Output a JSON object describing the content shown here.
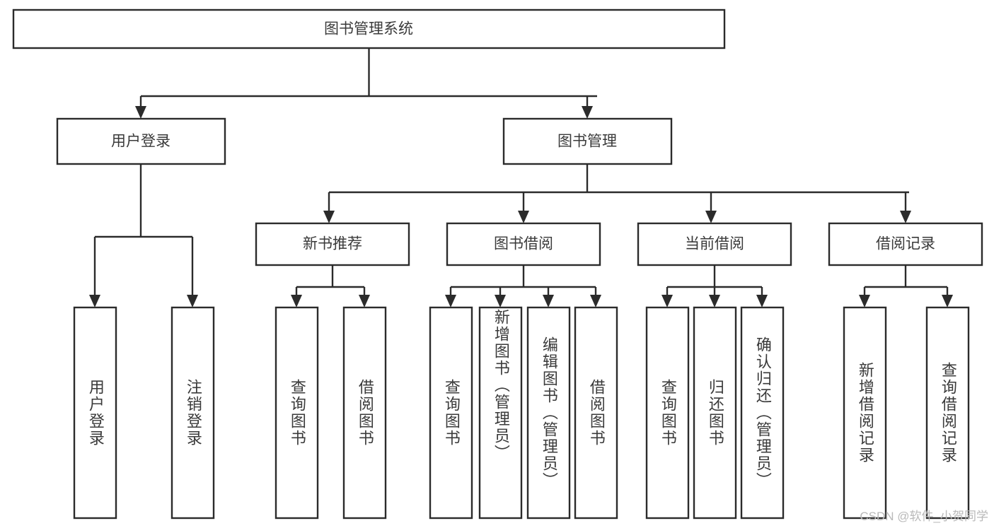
{
  "diagram": {
    "type": "tree",
    "title": "图书管理系统",
    "watermark": "CSDN @软件_小贺同学",
    "colors": {
      "stroke": "#2b2b2b",
      "box_fill": "#ffffff",
      "text": "#3a3a3a",
      "background": "#ffffff",
      "watermark": "#b9b9b9"
    },
    "root": {
      "label": "图书管理系统",
      "orientation": "horizontal"
    },
    "level2": [
      {
        "label": "用户登录",
        "orientation": "horizontal"
      },
      {
        "label": "图书管理",
        "orientation": "horizontal"
      }
    ],
    "level3": [
      {
        "label": "新书推荐",
        "orientation": "horizontal"
      },
      {
        "label": "图书借阅",
        "orientation": "horizontal"
      },
      {
        "label": "当前借阅",
        "orientation": "horizontal"
      },
      {
        "label": "借阅记录",
        "orientation": "horizontal"
      }
    ],
    "leaves": {
      "user_login": [
        {
          "label": "用户登录",
          "orientation": "vertical"
        },
        {
          "label": "注销登录",
          "orientation": "vertical"
        }
      ],
      "new_book_recommend": [
        {
          "label": "查询图书",
          "orientation": "vertical"
        },
        {
          "label": "借阅图书",
          "orientation": "vertical"
        }
      ],
      "book_borrow": [
        {
          "label": "查询图书",
          "orientation": "vertical"
        },
        {
          "label": "新增图书（管理员）",
          "orientation": "vertical"
        },
        {
          "label": "编辑图书（管理员）",
          "orientation": "vertical"
        },
        {
          "label": "借阅图书",
          "orientation": "vertical"
        }
      ],
      "current_borrow": [
        {
          "label": "查询图书",
          "orientation": "vertical"
        },
        {
          "label": "归还图书",
          "orientation": "vertical"
        },
        {
          "label": "确认归还（管理员）",
          "orientation": "vertical"
        }
      ],
      "borrow_record": [
        {
          "label": "新增借阅记录",
          "orientation": "vertical"
        },
        {
          "label": "查询借阅记录",
          "orientation": "vertical"
        }
      ]
    }
  }
}
